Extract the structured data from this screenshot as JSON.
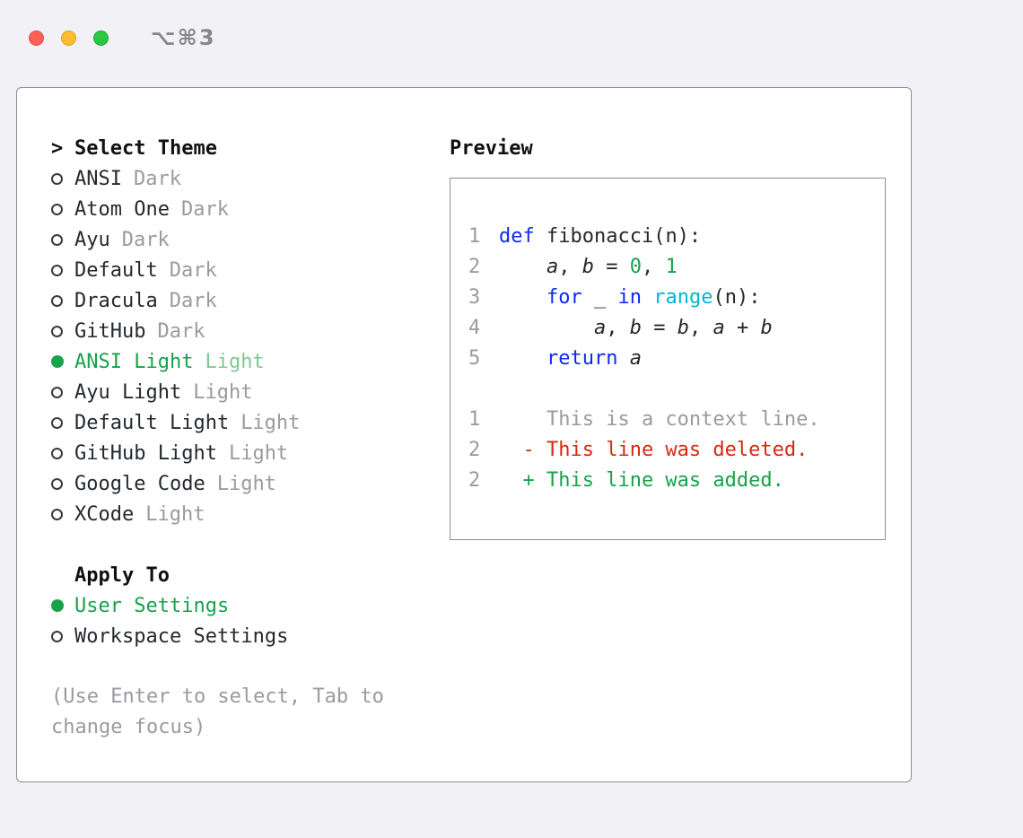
{
  "titlebar": {
    "shortcut": "⌥⌘3"
  },
  "theme_panel": {
    "prompt": ">",
    "title": "Select Theme",
    "themes": [
      {
        "name": "ANSI",
        "tag": "Dark",
        "selected": false
      },
      {
        "name": "Atom One",
        "tag": "Dark",
        "selected": false
      },
      {
        "name": "Ayu",
        "tag": "Dark",
        "selected": false
      },
      {
        "name": "Default",
        "tag": "Dark",
        "selected": false
      },
      {
        "name": "Dracula",
        "tag": "Dark",
        "selected": false
      },
      {
        "name": "GitHub",
        "tag": "Dark",
        "selected": false
      },
      {
        "name": "ANSI Light",
        "tag": "Light",
        "selected": true
      },
      {
        "name": "Ayu Light",
        "tag": "Light",
        "selected": false
      },
      {
        "name": "Default Light",
        "tag": "Light",
        "selected": false
      },
      {
        "name": "GitHub Light",
        "tag": "Light",
        "selected": false
      },
      {
        "name": "Google Code",
        "tag": "Light",
        "selected": false
      },
      {
        "name": "XCode",
        "tag": "Light",
        "selected": false
      }
    ],
    "apply_to": {
      "title": "Apply To",
      "options": [
        {
          "label": "User Settings",
          "selected": true
        },
        {
          "label": "Workspace Settings",
          "selected": false
        }
      ]
    },
    "help": "(Use Enter to select, Tab to change focus)"
  },
  "preview": {
    "title": "Preview",
    "lines": [
      {
        "num": "1",
        "tokens": [
          {
            "t": "def",
            "c": "kw"
          },
          {
            "t": " fibonacci(n):",
            "c": "plain"
          }
        ]
      },
      {
        "num": "2",
        "tokens": [
          {
            "t": "    ",
            "c": "plain"
          },
          {
            "t": "a",
            "c": "var"
          },
          {
            "t": ", ",
            "c": "plain"
          },
          {
            "t": "b",
            "c": "var"
          },
          {
            "t": " = ",
            "c": "plain"
          },
          {
            "t": "0",
            "c": "num"
          },
          {
            "t": ", ",
            "c": "plain"
          },
          {
            "t": "1",
            "c": "num"
          }
        ]
      },
      {
        "num": "3",
        "tokens": [
          {
            "t": "    ",
            "c": "plain"
          },
          {
            "t": "for",
            "c": "kw"
          },
          {
            "t": " _ ",
            "c": "plain"
          },
          {
            "t": "in",
            "c": "kw"
          },
          {
            "t": " ",
            "c": "plain"
          },
          {
            "t": "range",
            "c": "fn"
          },
          {
            "t": "(n):",
            "c": "plain"
          }
        ]
      },
      {
        "num": "4",
        "tokens": [
          {
            "t": "        ",
            "c": "plain"
          },
          {
            "t": "a",
            "c": "var"
          },
          {
            "t": ", ",
            "c": "plain"
          },
          {
            "t": "b",
            "c": "var"
          },
          {
            "t": " = ",
            "c": "plain"
          },
          {
            "t": "b",
            "c": "var"
          },
          {
            "t": ", ",
            "c": "plain"
          },
          {
            "t": "a",
            "c": "var"
          },
          {
            "t": " + ",
            "c": "plain"
          },
          {
            "t": "b",
            "c": "var"
          }
        ]
      },
      {
        "num": "5",
        "tokens": [
          {
            "t": "    ",
            "c": "plain"
          },
          {
            "t": "return",
            "c": "kw"
          },
          {
            "t": " ",
            "c": "plain"
          },
          {
            "t": "a",
            "c": "var"
          }
        ]
      },
      {
        "num": "",
        "tokens": []
      },
      {
        "num": "1",
        "tokens": [
          {
            "t": "    This is a context line.",
            "c": "ctx"
          }
        ]
      },
      {
        "num": "2",
        "tokens": [
          {
            "t": "  - This line was deleted.",
            "c": "del"
          }
        ]
      },
      {
        "num": "2",
        "tokens": [
          {
            "t": "  + This line was added.",
            "c": "add"
          }
        ]
      }
    ]
  },
  "colors": {
    "accent_green": "#17a24b",
    "selected_tag_green": "#7ec894",
    "keyword_blue": "#0d2af0",
    "function_cyan": "#00b7d4",
    "deleted_red": "#d6290e",
    "gray_text": "#9a9aa0",
    "dark_text": "#24292f",
    "border_gray": "#8e8e93",
    "traffic_red": "#ff5f57",
    "traffic_yellow": "#febc2e",
    "traffic_green": "#28c840",
    "window_bg": "#ffffff",
    "page_bg": "#f2f2f6"
  }
}
